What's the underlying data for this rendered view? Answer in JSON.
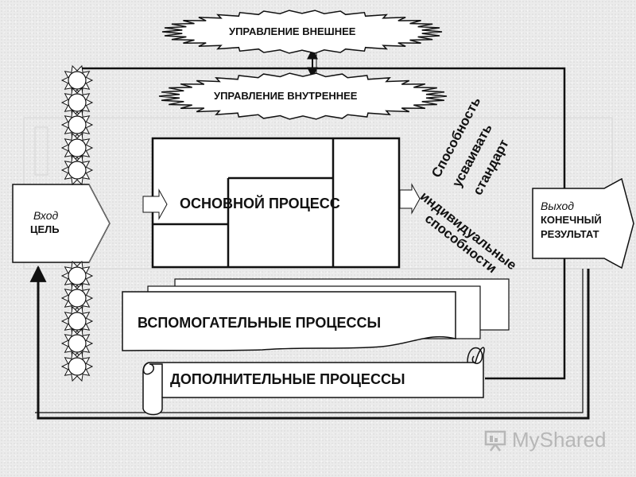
{
  "control": {
    "external": "УПРАВЛЕНИЕ ВНЕШНЕЕ",
    "internal": "УПРАВЛЕНИЕ ВНУТРЕННЕЕ"
  },
  "main_process": "ОСНОВНОЙ ПРОЦЕСС",
  "input": {
    "title": "Вход",
    "label": "ЦЕЛЬ"
  },
  "output": {
    "title": "Выход",
    "line1": "КОНЕЧНЫЙ",
    "line2": "РЕЗУЛЬТАТ"
  },
  "abilities": {
    "absorb_line1": "Способность",
    "absorb_line2": "усваивать",
    "absorb_line3": "стандарт",
    "individual_line1": "индивидуальные",
    "individual_line2": "способности"
  },
  "auxiliary_processes": "ВСПОМОГАТЕЛЬНЫЕ ПРОЦЕССЫ",
  "additional_processes": "ДОПОЛНИТЕЛЬНЫЕ ПРОЦЕССЫ",
  "watermark": "MyShared"
}
